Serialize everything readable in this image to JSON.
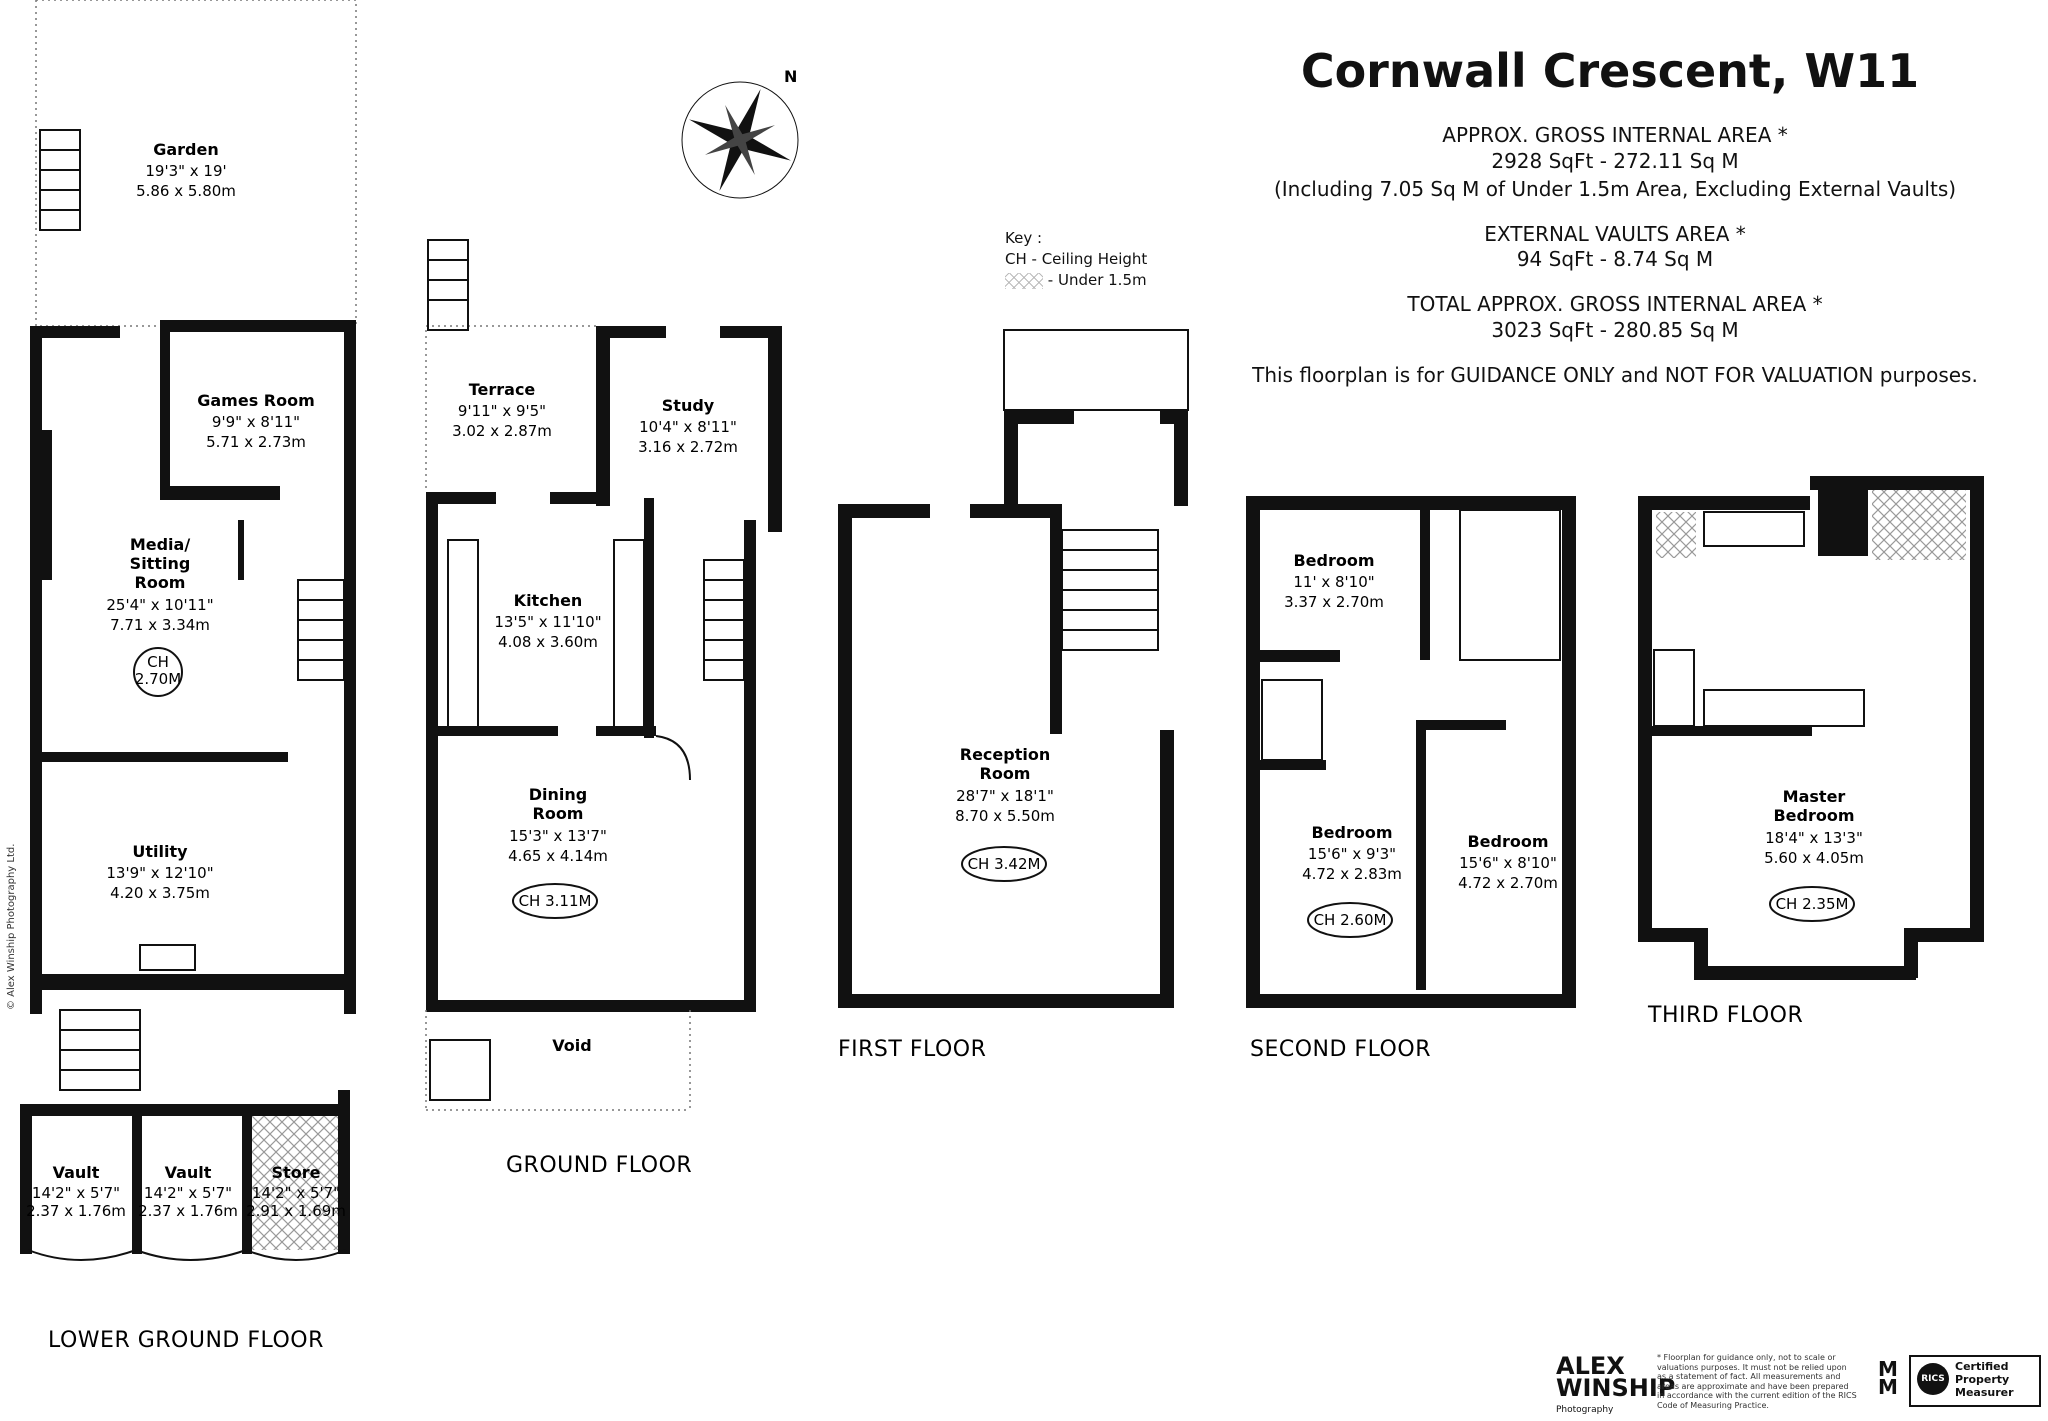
{
  "header": {
    "title": "Cornwall Crescent, W11",
    "area_label": "APPROX. GROSS INTERNAL  AREA *",
    "area_value": "2928 SqFt   -  272.11 Sq M",
    "area_note": "(Including 7.05 Sq M of Under 1.5m Area, Excluding External Vaults)",
    "vaults_label": "EXTERNAL VAULTS AREA *",
    "vaults_value": "94 SqFt   -  8.74 Sq M",
    "total_label": "TOTAL  APPROX. GROSS INTERNAL  AREA *",
    "total_value": "3023 SqFt   -  280.85 Sq M",
    "guidance": "This floorplan is for GUIDANCE ONLY and NOT FOR VALUATION purposes."
  },
  "key": {
    "title": "Key :",
    "ch": "CH - Ceiling Height",
    "under": "- Under 1.5m"
  },
  "compass": {
    "north": "N"
  },
  "floors": {
    "lower_ground": "LOWER GROUND FLOOR",
    "ground": "GROUND FLOOR",
    "first": "FIRST FLOOR",
    "second": "SECOND FLOOR",
    "third": "THIRD FLOOR"
  },
  "rooms": {
    "garden": {
      "name": "Garden",
      "imperial": "19'3\" x 19'",
      "metric": "5.86 x 5.80m"
    },
    "games": {
      "name": "Games Room",
      "imperial": "9'9\" x 8'11\"",
      "metric": "5.71 x 2.73m"
    },
    "media": {
      "name1": "Media/",
      "name2": "Sitting",
      "name3": "Room",
      "imperial": "25'4\" x 10'11\"",
      "metric": "7.71 x 3.34m",
      "ch1": "CH",
      "ch2": "2.70M"
    },
    "utility": {
      "name": "Utility",
      "imperial": "13'9\" x 12'10\"",
      "metric": "4.20 x 3.75m"
    },
    "vault1": {
      "name": "Vault",
      "imperial": "14'2\" x 5'7\"",
      "metric": "2.37 x 1.76m"
    },
    "vault2": {
      "name": "Vault",
      "imperial": "14'2\" x 5'7\"",
      "metric": "2.37 x 1.76m"
    },
    "store": {
      "name": "Store",
      "imperial": "14'2\" x 5'7\"",
      "metric": "2.91 x 1.69m"
    },
    "terrace": {
      "name": "Terrace",
      "imperial": "9'11\" x 9'5\"",
      "metric": "3.02 x 2.87m"
    },
    "study": {
      "name": "Study",
      "imperial": "10'4\" x 8'11\"",
      "metric": "3.16 x 2.72m"
    },
    "kitchen": {
      "name": "Kitchen",
      "imperial": "13'5\" x 11'10\"",
      "metric": "4.08 x 3.60m"
    },
    "dining": {
      "name1": "Dining",
      "name2": "Room",
      "imperial": "15'3\" x 13'7\"",
      "metric": "4.65 x 4.14m",
      "ch": "CH 3.11M"
    },
    "void": {
      "name": "Void"
    },
    "reception": {
      "name1": "Reception",
      "name2": "Room",
      "imperial": "28'7\" x 18'1\"",
      "metric": "8.70 x 5.50m",
      "ch": "CH 3.42M"
    },
    "bed2a": {
      "name": "Bedroom",
      "imperial": "11' x 8'10\"",
      "metric": "3.37 x 2.70m"
    },
    "bed2b": {
      "name": "Bedroom",
      "imperial": "15'6\" x 9'3\"",
      "metric": "4.72 x 2.83m",
      "ch": "CH 2.60M"
    },
    "bed2c": {
      "name": "Bedroom",
      "imperial": "15'6\" x 8'10\"",
      "metric": "4.72 x 2.70m"
    },
    "master": {
      "name1": "Master",
      "name2": "Bedroom",
      "imperial": "18'4\" x 13'3\"",
      "metric": "5.60 x 4.05m",
      "ch": "CH 2.35M"
    }
  },
  "footer": {
    "credit": "© Alex Winship Photography Ltd.",
    "brand1": "ALEX",
    "brand2": "WINSHIP",
    "brand3": "Photography",
    "disclaimer": "* Floorplan for guidance only, not to scale or valuations purposes. It must not be relied upon as a statement of fact. All measurements and areas are approximate and have been prepared in accordance with the current edition of the RICS Code of Measuring Practice.",
    "rics_logo": "RICS",
    "rics1": "Certified",
    "rics2": "Property",
    "rics3": "Measurer"
  }
}
